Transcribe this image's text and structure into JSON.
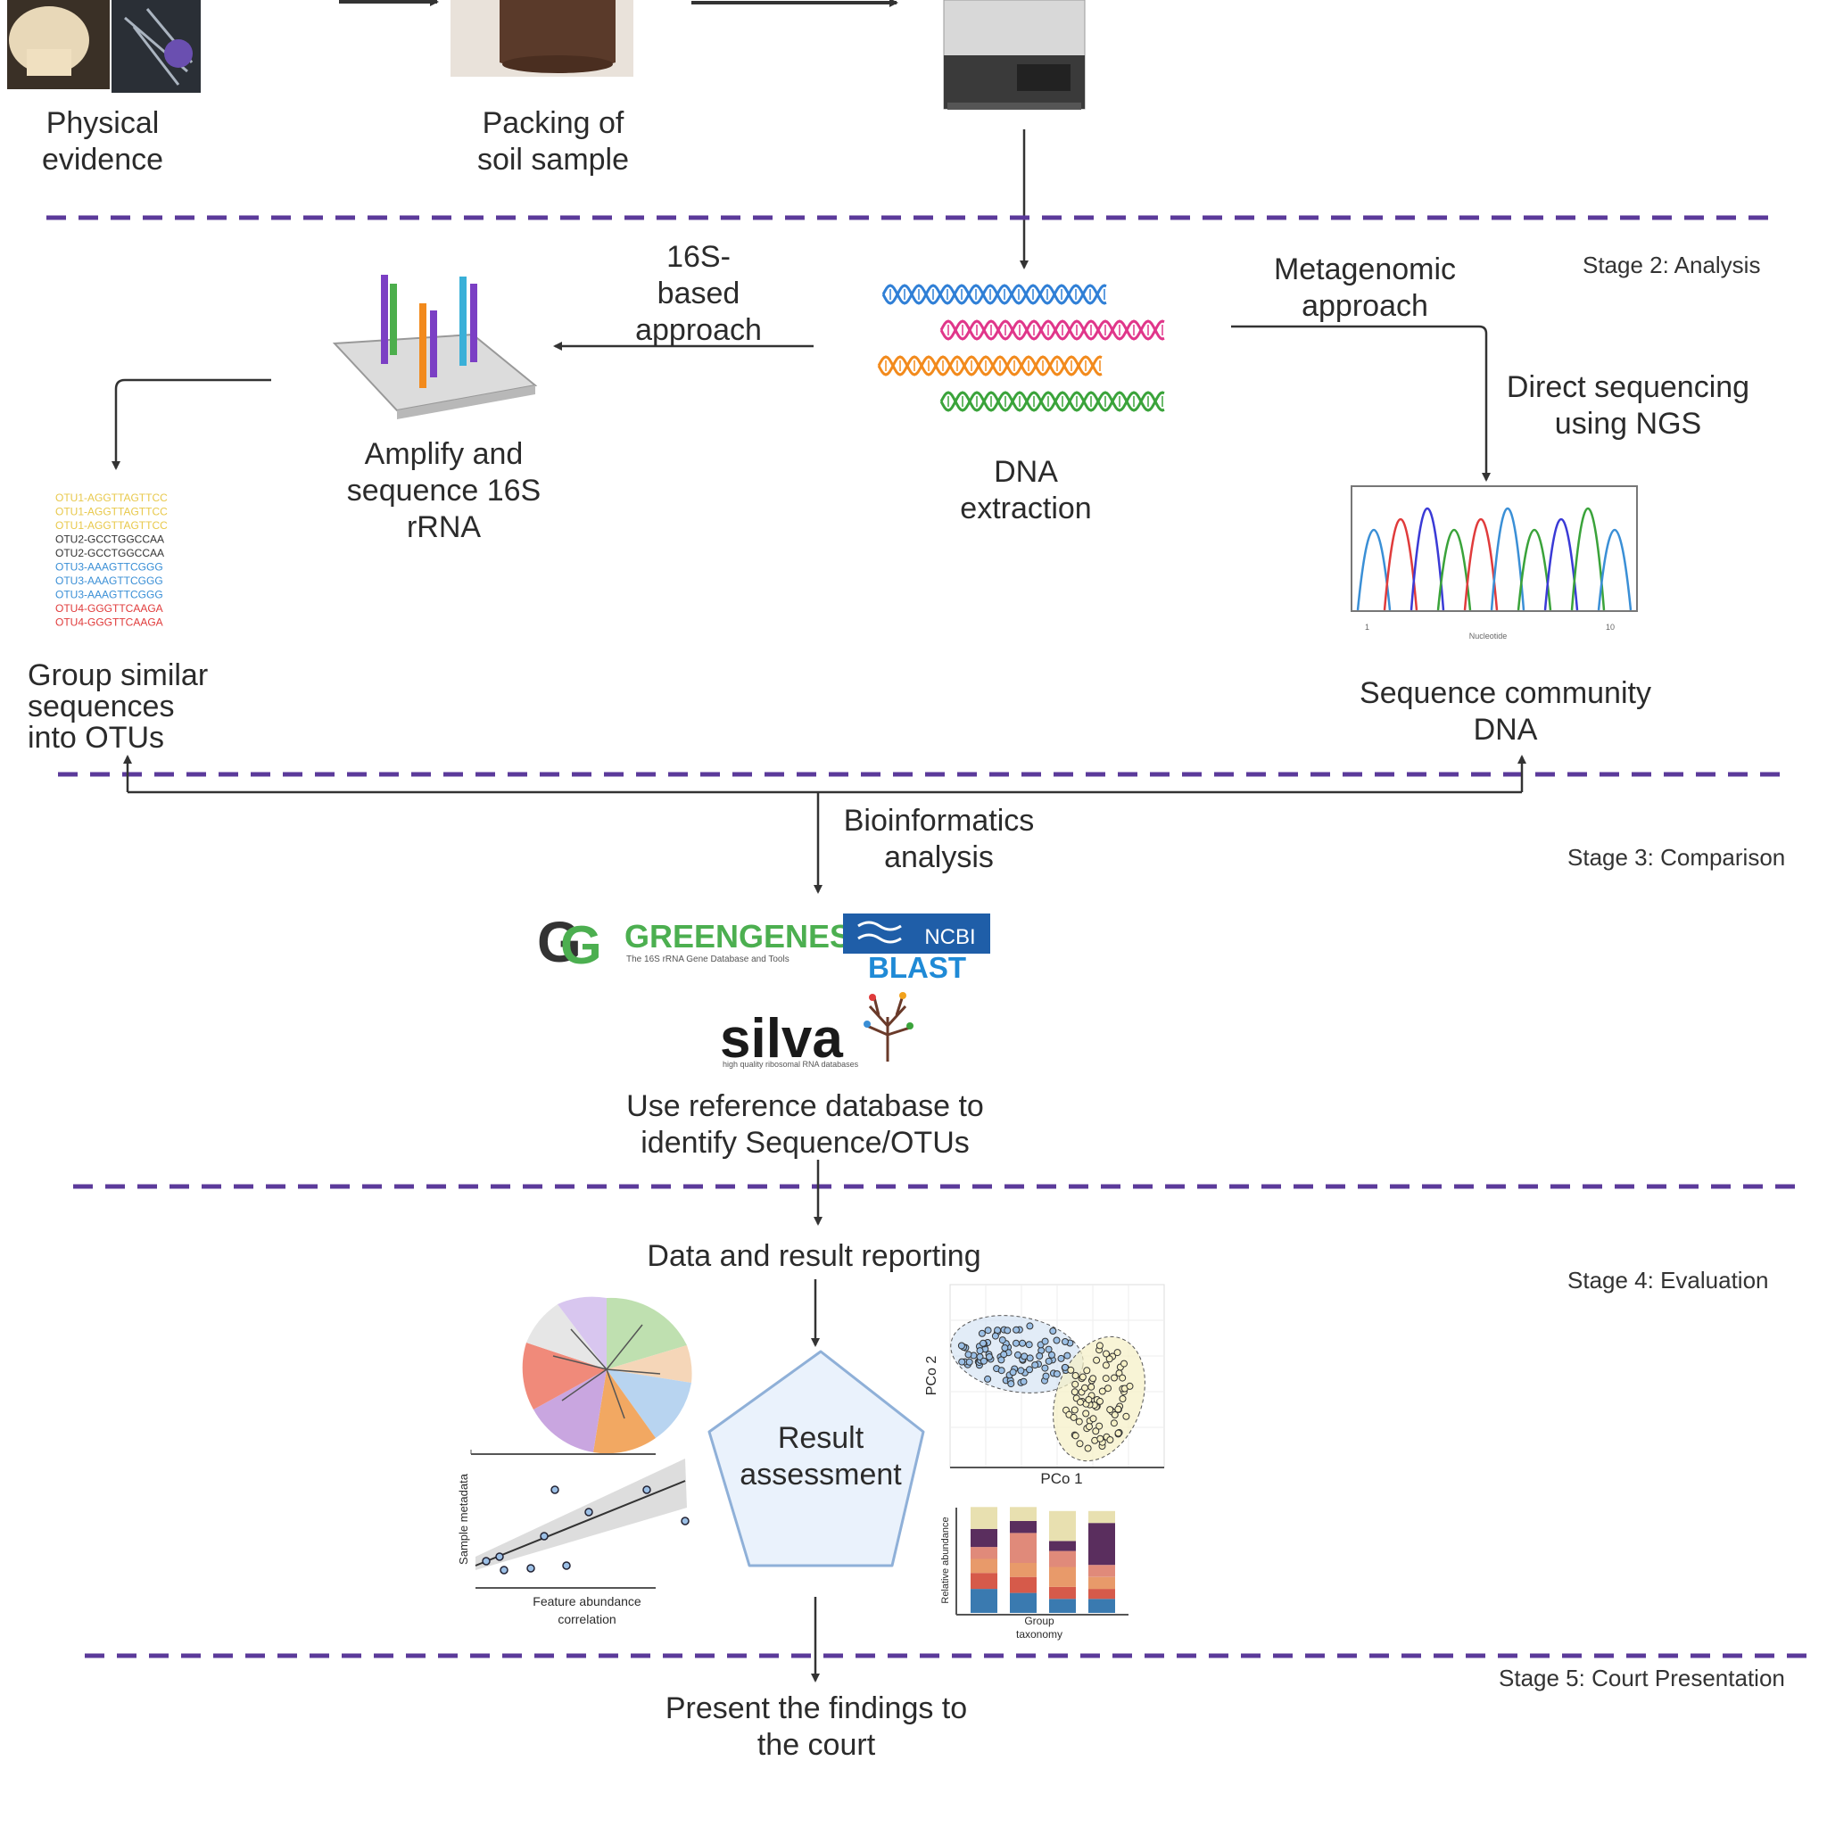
{
  "stage1": {
    "physical_evidence": "Physical\nevidence",
    "packing_soil": "Packing of\nsoil sample"
  },
  "stage2": {
    "tag": "Stage 2: Analysis",
    "approach_16s": "16S-\nbased\napproach",
    "metagenomic": "Metagenomic\napproach",
    "direct_ngs": "Direct sequencing\nusing NGS",
    "amplify": "Amplify and\nsequence 16S\nrRNA",
    "dna_extraction": "DNA\nextraction",
    "group_otus": "Group similar\nsequences\ninto OTUs",
    "sequence_community": "Sequence community\nDNA",
    "otu_list": [
      {
        "text": "OTU1-AGGTTAGTTCC",
        "color": "#e8c84a"
      },
      {
        "text": "OTU1-AGGTTAGTTCC",
        "color": "#e8c84a"
      },
      {
        "text": "OTU1-AGGTTAGTTCC",
        "color": "#e8c84a"
      },
      {
        "text": "OTU2-GCCTGGCCAA",
        "color": "#333333"
      },
      {
        "text": "OTU2-GCCTGGCCAA",
        "color": "#333333"
      },
      {
        "text": "OTU3-AAAGTTCGGG",
        "color": "#3a8fd6"
      },
      {
        "text": "OTU3-AAAGTTCGGG",
        "color": "#3a8fd6"
      },
      {
        "text": "OTU3-AAAGTTCGGG",
        "color": "#3a8fd6"
      },
      {
        "text": "OTU4-GGGTTCAAGA",
        "color": "#e03b3b"
      },
      {
        "text": "OTU4-GGGTTCAAGA",
        "color": "#e03b3b"
      }
    ],
    "chromatogram_axis": {
      "start": "1",
      "end": "10",
      "label": "Nucleotide"
    }
  },
  "stage3": {
    "tag": "Stage 3: Comparison",
    "bioinformatics": "Bioinformatics\nanalysis",
    "reference_db": "Use reference database to\nidentify Sequence/OTUs",
    "logos": {
      "greengenes": "GREENGENES",
      "greengenes_sub": "The 16S rRNA Gene Database and Tools",
      "ncbi": "NCBI",
      "blast": "BLAST",
      "silva": "silva",
      "silva_sub": "high quality ribosomal RNA databases"
    }
  },
  "stage4": {
    "tag": "Stage 4: Evaluation",
    "data_reporting": "Data and result reporting",
    "result_assessment": "Result\nassessment",
    "scatter_x": "PCo 1",
    "scatter_y": "PCo 2",
    "corr_x": "Feature abundance\ncorrelation",
    "corr_y": "Sample metadata",
    "bar_x": "Group\ntaxonomy",
    "bar_y": "Relative abundance"
  },
  "stage5": {
    "tag": "Stage 5: Court Presentation",
    "present": "Present the findings to\nthe court"
  },
  "colors": {
    "divider": "#5b3a9a",
    "arrow": "#333333",
    "dna": [
      "#2f7fd6",
      "#e0368a",
      "#f28a1c",
      "#3aa33a"
    ]
  }
}
